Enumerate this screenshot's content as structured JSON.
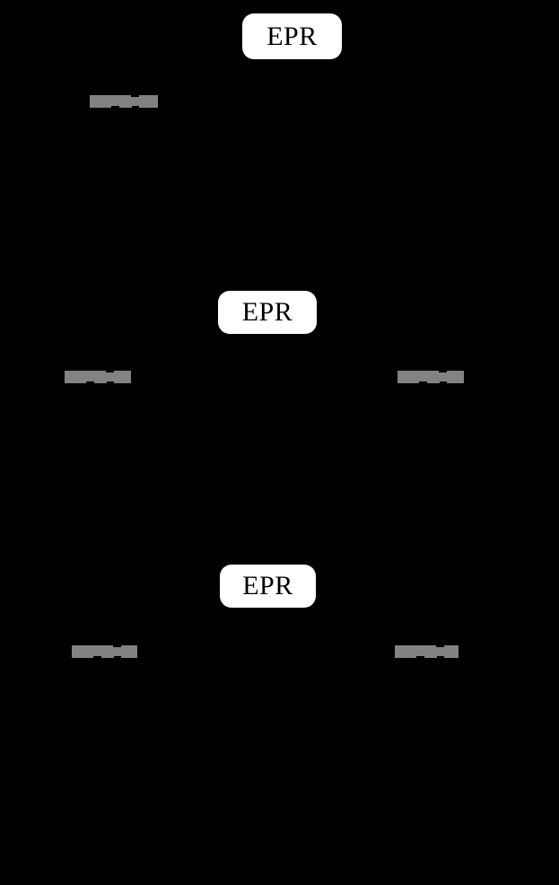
{
  "diagram": {
    "description": "Dark-background physics diagram with three EPR source boxes and five illegible gray label bars",
    "colors": {
      "background": "#000000",
      "box_fill": "#ffffff",
      "box_text": "#000000",
      "bar_fill": "#828282"
    },
    "epr_boxes": [
      {
        "label": "EPR",
        "position": "top-center"
      },
      {
        "label": "EPR",
        "position": "middle-center"
      },
      {
        "label": "EPR",
        "position": "bottom-center"
      }
    ],
    "redacted_labels": [
      {
        "text": "",
        "position": "top-left"
      },
      {
        "text": "",
        "position": "middle-left"
      },
      {
        "text": "",
        "position": "middle-right"
      },
      {
        "text": "",
        "position": "bottom-left"
      },
      {
        "text": "",
        "position": "bottom-right"
      }
    ]
  }
}
